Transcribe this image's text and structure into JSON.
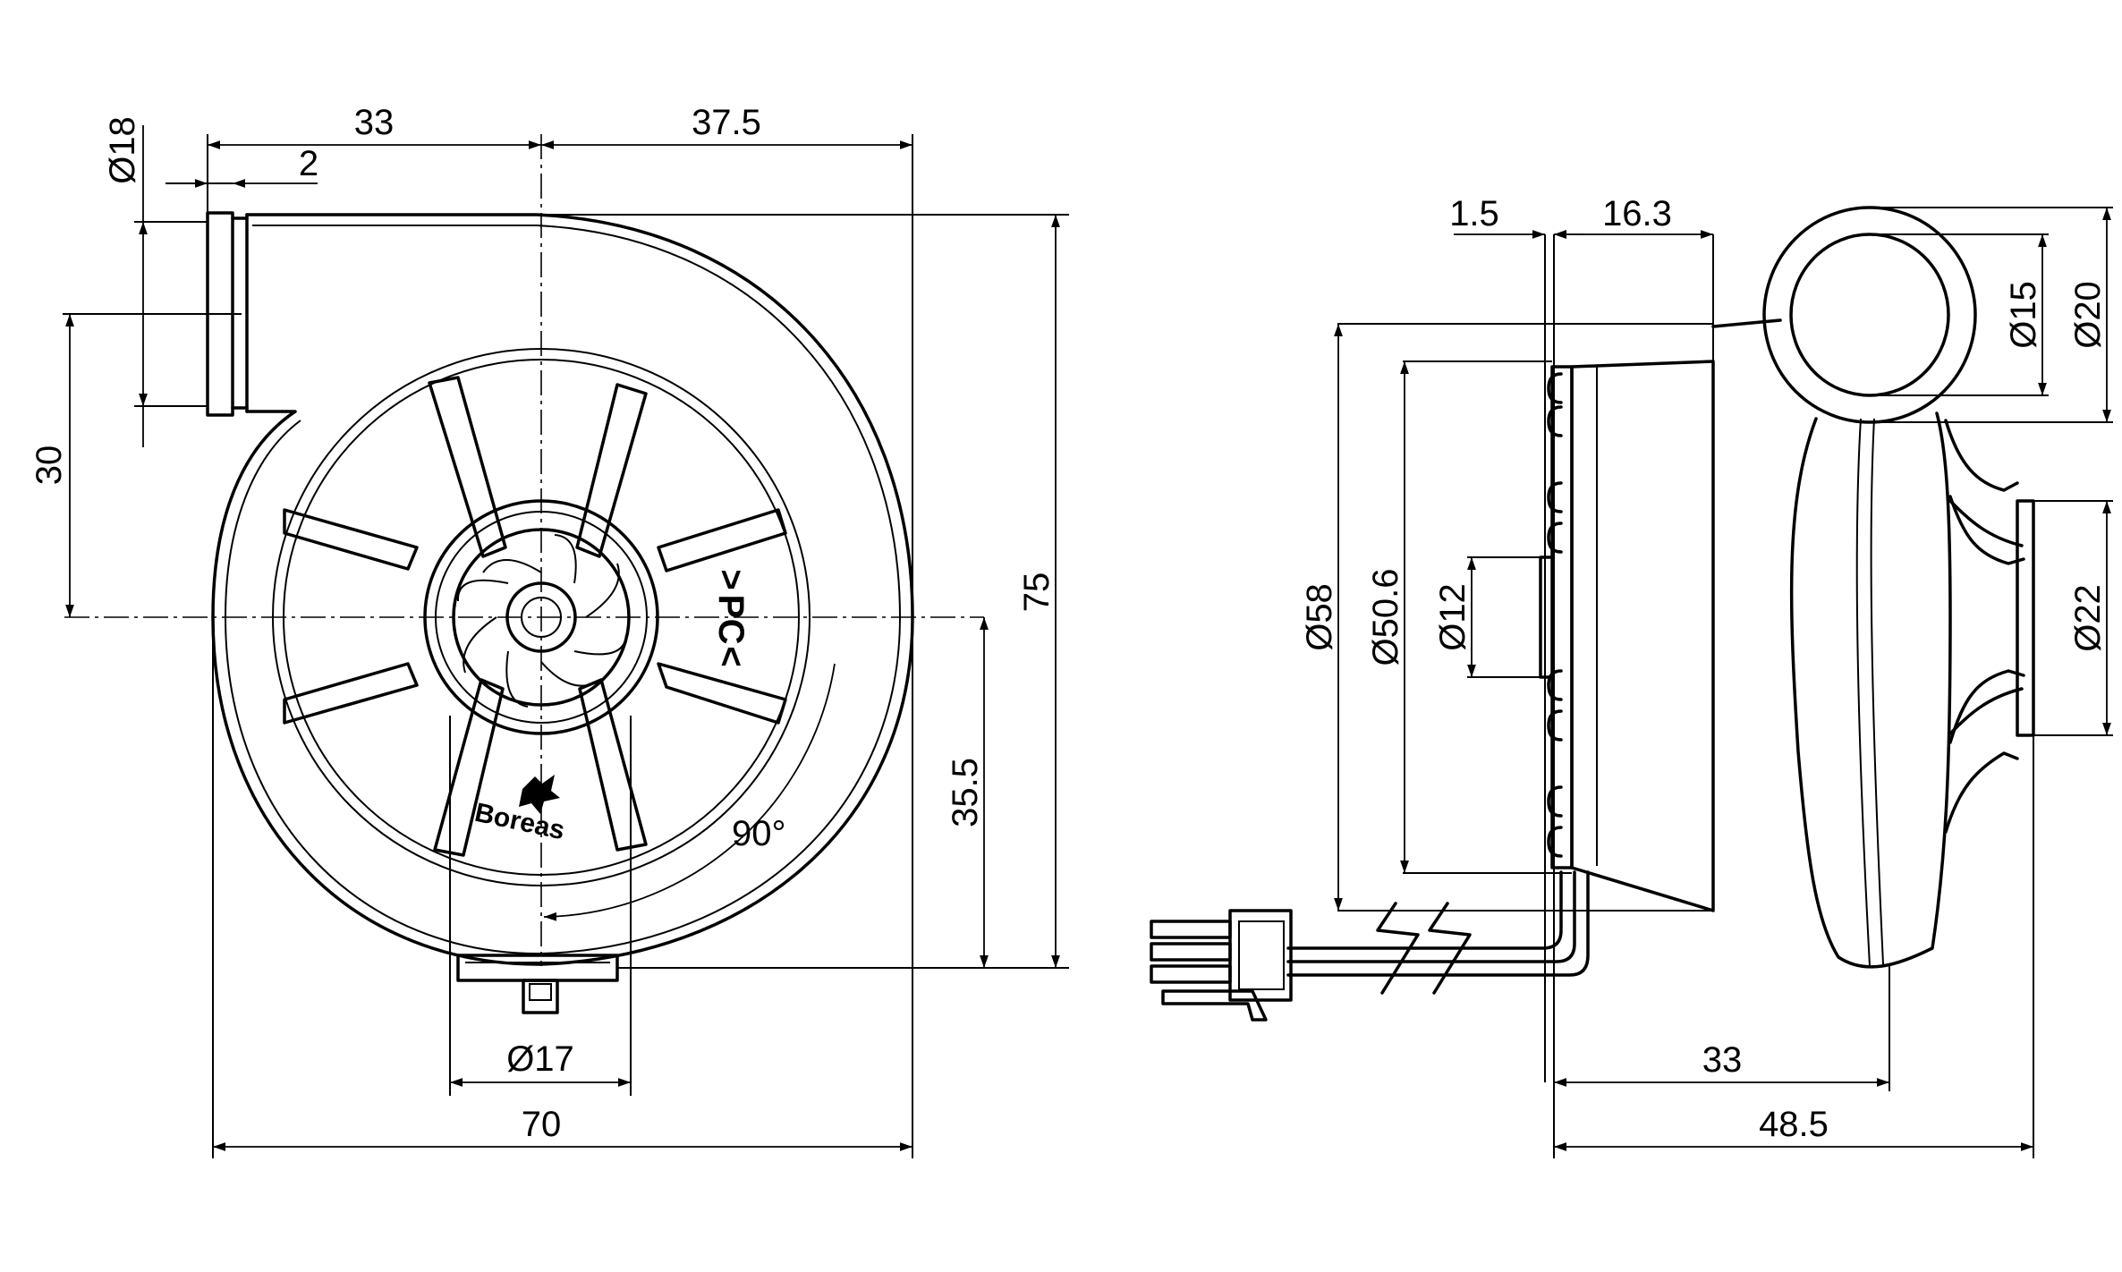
{
  "front_view": {
    "dimensions": {
      "outlet_diameter": "Ø18",
      "wall_thickness": "2",
      "left_to_axis": "33",
      "axis_to_right": "37.5",
      "outlet_to_axis": "30",
      "total_height": "75",
      "axis_to_bottom": "35.5",
      "motor_diameter": "Ø17",
      "total_width": "70"
    },
    "angle_label": "90°",
    "rotation_marks": [
      ">",
      "P",
      "C",
      "<"
    ],
    "brand_text": "Boreas"
  },
  "side_view": {
    "dimensions": {
      "flange_thickness": "1.5",
      "motor_depth": "16.3",
      "housing_diameter": "Ø58",
      "motor_flange_diameter": "Ø50.6",
      "hub_diameter": "Ø12",
      "outlet_inner": "Ø15",
      "outlet_outer": "Ø20",
      "inlet_diameter": "Ø22",
      "motor_to_housing_end": "33",
      "total_depth": "48.5"
    }
  }
}
